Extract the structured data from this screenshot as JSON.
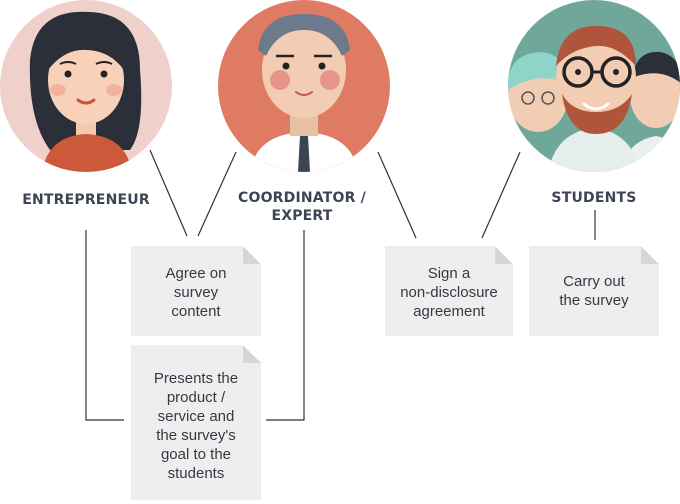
{
  "roles": {
    "entrepreneur": {
      "label": "ENTREPRENEUR"
    },
    "coordinator": {
      "label": "COORDINATOR /\nEXPERT"
    },
    "students": {
      "label": "STUDENTS"
    }
  },
  "notes": {
    "agree": "Agree on\nsurvey\ncontent",
    "presents": "Presents the\nproduct /\nservice and\nthe survey's\ngoal to the\nstudents",
    "nda": "Sign a\nnon-disclosure\nagreement",
    "carry": "Carry out\nthe survey"
  },
  "colors": {
    "entrepreneur_bg": "#efd0cb",
    "coordinator_bg": "#df7a63",
    "students_bg": "#6fa89a",
    "label_text": "#3d4453",
    "note_bg": "#eeeeee",
    "line": "#333333"
  }
}
